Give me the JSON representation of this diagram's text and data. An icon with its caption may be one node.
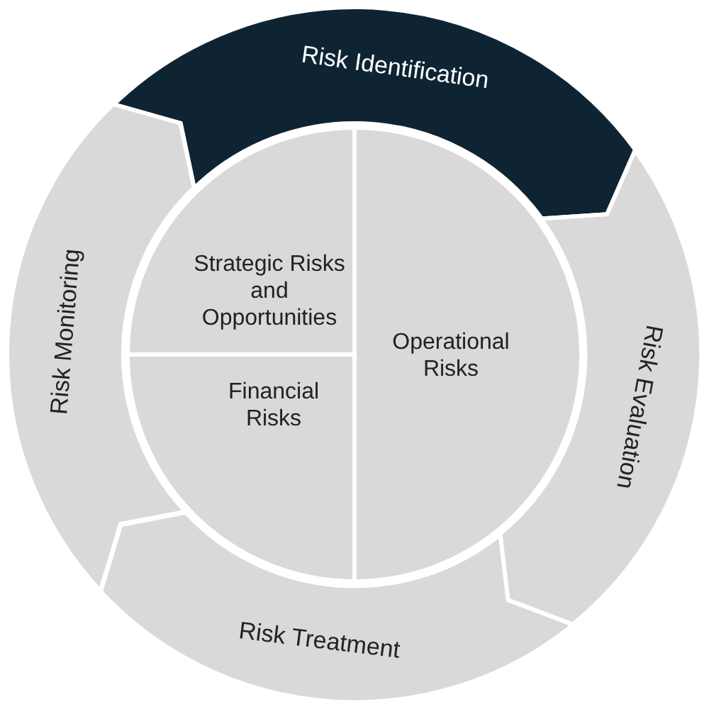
{
  "diagram": {
    "nodes": [
      {
        "text": [
          "Risk Identification"
        ]
      },
      {
        "text": [
          "Risk Evaluation"
        ]
      },
      {
        "text": [
          "Risk Treatment"
        ]
      },
      {
        "text": [
          "Risk Monitoring"
        ]
      },
      {
        "text": [
          "Strategic Risks and Opportunities"
        ]
      },
      {
        "text": [
          "Financial Risks"
        ]
      },
      {
        "text": [
          "Operational Risks"
        ]
      }
    ],
    "edges": []
  }
}
